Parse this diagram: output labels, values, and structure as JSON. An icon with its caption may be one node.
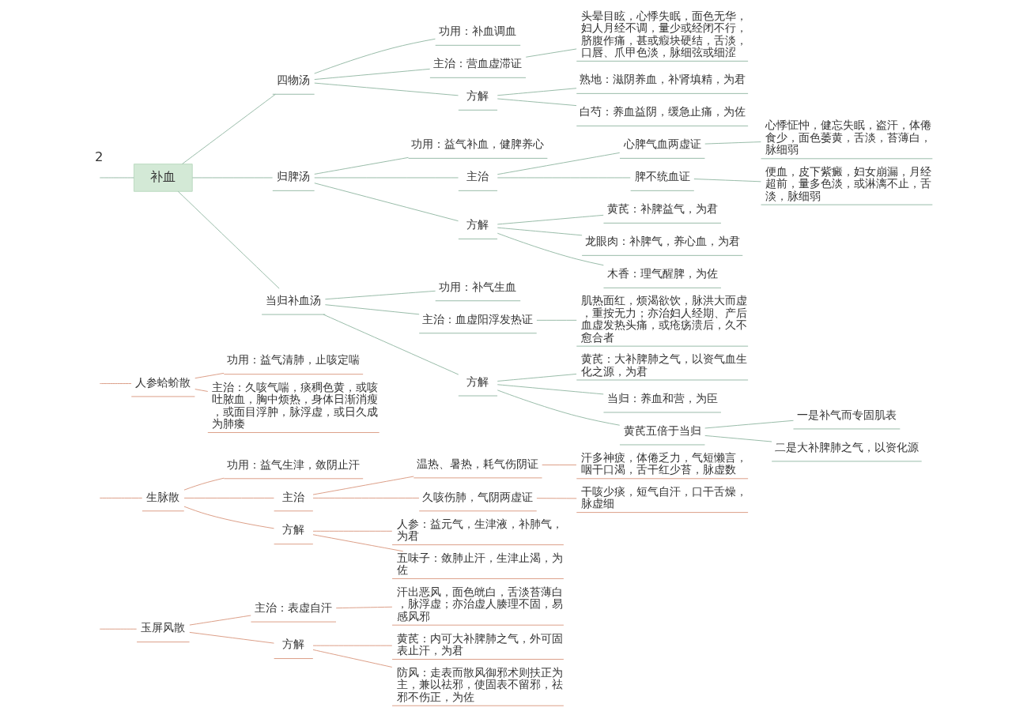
{
  "diagram": {
    "nodes": [
      {
        "text": [
          "玉屏风散"
        ]
      },
      {
        "text": [
          "主治：表虚自汗"
        ]
      },
      {
        "text": [
          "汗出恶风，面色㿠白，舌淡苔薄白，脉浮虚；亦治虚人腠理不固，易感风邪"
        ]
      },
      {
        "text": [
          "方解"
        ]
      },
      {
        "text": [
          "黄芪：内可大补脾肺之气，外可固表止汗，为君"
        ]
      },
      {
        "text": [
          "防风：走表而散风御邪术则扶正为主，兼以祛邪，使固表不留邪，祛邪不伤正，为佐"
        ]
      },
      {
        "text": [
          "生脉散"
        ]
      },
      {
        "text": [
          "功用：益气生津，敛阴止汗"
        ]
      },
      {
        "text": [
          "主治"
        ]
      },
      {
        "text": [
          "温热、暑热，耗气伤阴证"
        ]
      },
      {
        "text": [
          "汗多神疲，体倦乏力，气短懒言，咽干口渴，舌干红少苔，脉虚数"
        ]
      },
      {
        "text": [
          "久咳伤肺，气阴两虚证"
        ]
      },
      {
        "text": [
          "干咳少痰，短气自汗，口干舌燥，脉虚细"
        ]
      },
      {
        "text": [
          "方解"
        ]
      },
      {
        "text": [
          "人参：益元气，生津液，补肺气，为君"
        ]
      },
      {
        "text": [
          "五味子：敛肺止汗，生津止渴，为佐"
        ]
      },
      {
        "text": [
          "人参蛤蚧散"
        ]
      },
      {
        "text": [
          "功用：益气清肺，止咳定喘"
        ]
      },
      {
        "text": [
          "主治：久咳气喘，痰稠色黄，或咳吐脓血，胸中烦热，身体日渐消瘦，或面目浮肿，脉浮虚，或日久成为肺痿"
        ]
      },
      {
        "text": [
          "补血"
        ]
      },
      {
        "text": [
          "四物汤"
        ]
      },
      {
        "text": [
          "功用：补血调血"
        ]
      },
      {
        "text": [
          "主治：营血虚滞证"
        ]
      },
      {
        "text": [
          "头晕目眩，心悸失眠，面色无华，妇人月经不调，量少或经闭不行，脐腹作痛，甚或瘕块硬结，舌淡，口唇、爪甲色淡，脉细弦或细涩"
        ]
      },
      {
        "text": [
          "方解"
        ]
      },
      {
        "text": [
          "熟地：滋阴养血，补肾填精，为君"
        ]
      },
      {
        "text": [
          "白芍：养血益阴，缓急止痛，为佐"
        ]
      },
      {
        "text": [
          "归脾汤"
        ]
      },
      {
        "text": [
          "功用：益气补血，健脾养心"
        ]
      },
      {
        "text": [
          "主治"
        ]
      },
      {
        "text": [
          "心脾气血两虚证"
        ]
      },
      {
        "text": [
          "心悸怔忡，健忘失眠，盗汗，体倦食少，面色萎黄，舌淡，苔薄白，脉细弱"
        ]
      },
      {
        "text": [
          "脾不统血证"
        ]
      },
      {
        "text": [
          "便血，皮下紫癜，妇女崩漏，月经超前，量多色淡，或淋漓不止，舌淡，脉细弱"
        ]
      },
      {
        "text": [
          "方解"
        ]
      },
      {
        "text": [
          "黄芪：补脾益气，为君"
        ]
      },
      {
        "text": [
          "龙眼肉：补脾气，养心血，为君"
        ]
      },
      {
        "text": [
          "木香：理气醒脾，为佐"
        ]
      },
      {
        "text": [
          "当归补血汤"
        ]
      },
      {
        "text": [
          "功用：补气生血"
        ]
      },
      {
        "text": [
          "主治：血虚阳浮发热证"
        ]
      },
      {
        "text": [
          "肌热面红，烦渴欲饮，脉洪大而虚，重按无力；亦治妇人经期、产后血虚发热头痛，或疮疡溃后，久不愈合者"
        ]
      },
      {
        "text": [
          "方解"
        ]
      },
      {
        "text": [
          "黄芪：大补脾肺之气，以资气血生化之源，为君"
        ]
      },
      {
        "text": [
          "当归：养血和营，为臣"
        ]
      },
      {
        "text": [
          "黄芪五倍于当归"
        ]
      },
      {
        "text": [
          "一是补气而专固肌表"
        ]
      },
      {
        "text": [
          "二是大补脾肺之气，以资化源"
        ]
      }
    ],
    "edges": [
      {
        "from": null,
        "to": 0,
        "arrow": "none",
        "color": "#d9957c"
      },
      {
        "from": 0,
        "to": 1,
        "arrow": "none",
        "color": "#d9957c"
      },
      {
        "from": 1,
        "to": 2,
        "arrow": "none",
        "color": "#d9957c"
      },
      {
        "from": 0,
        "to": 3,
        "arrow": "none",
        "color": "#d9957c"
      },
      {
        "from": 3,
        "to": 4,
        "arrow": "none",
        "color": "#d9957c"
      },
      {
        "from": 3,
        "to": 5,
        "arrow": "none",
        "color": "#d9957c"
      },
      {
        "from": null,
        "to": 6,
        "arrow": "none",
        "color": "#d9957c"
      },
      {
        "from": 6,
        "to": 7,
        "arrow": "none",
        "color": "#d9957c"
      },
      {
        "from": 6,
        "to": 8,
        "arrow": "none",
        "color": "#d9957c"
      },
      {
        "from": 8,
        "to": 9,
        "arrow": "none",
        "color": "#d9957c"
      },
      {
        "from": 9,
        "to": 10,
        "arrow": "none",
        "color": "#d9957c"
      },
      {
        "from": 8,
        "to": 11,
        "arrow": "none",
        "color": "#d9957c"
      },
      {
        "from": 11,
        "to": 12,
        "arrow": "none",
        "color": "#d9957c"
      },
      {
        "from": 6,
        "to": 13,
        "arrow": "none",
        "color": "#d9957c"
      },
      {
        "from": 13,
        "to": 14,
        "arrow": "none",
        "color": "#d9957c"
      },
      {
        "from": 13,
        "to": 15,
        "arrow": "none",
        "color": "#d9957c"
      },
      {
        "from": null,
        "to": 16,
        "arrow": "none",
        "color": "#d9957c"
      },
      {
        "from": 16,
        "to": 17,
        "arrow": "none",
        "color": "#d9957c"
      },
      {
        "from": 16,
        "to": 18,
        "arrow": "none",
        "color": "#d9957c"
      },
      {
        "from": null,
        "to": 19,
        "arrow": "none"
      },
      {
        "from": 19,
        "to": 20,
        "arrow": "none"
      },
      {
        "from": 20,
        "to": 21,
        "arrow": "none"
      },
      {
        "from": 20,
        "to": 22,
        "arrow": "none"
      },
      {
        "from": 22,
        "to": 23,
        "arrow": "none"
      },
      {
        "from": 20,
        "to": 24,
        "arrow": "none"
      },
      {
        "from": 24,
        "to": 25,
        "arrow": "none"
      },
      {
        "from": 24,
        "to": 26,
        "arrow": "none"
      },
      {
        "from": 19,
        "to": 27,
        "arrow": "none"
      },
      {
        "from": 27,
        "to": 28,
        "arrow": "none"
      },
      {
        "from": 27,
        "to": 29,
        "arrow": "none"
      },
      {
        "from": 29,
        "to": 30,
        "arrow": "none"
      },
      {
        "from": 30,
        "to": 31,
        "arrow": "none"
      },
      {
        "from": 29,
        "to": 32,
        "arrow": "none"
      },
      {
        "from": 32,
        "to": 33,
        "arrow": "none"
      },
      {
        "from": 27,
        "to": 34,
        "arrow": "none"
      },
      {
        "from": 34,
        "to": 35,
        "arrow": "none"
      },
      {
        "from": 34,
        "to": 36,
        "arrow": "none"
      },
      {
        "from": 34,
        "to": 37,
        "arrow": "none"
      },
      {
        "from": 19,
        "to": 38,
        "arrow": "none"
      },
      {
        "from": 38,
        "to": 39,
        "arrow": "none"
      },
      {
        "from": 38,
        "to": 40,
        "arrow": "none"
      },
      {
        "from": 40,
        "to": 41,
        "arrow": "none"
      },
      {
        "from": 38,
        "to": 42,
        "arrow": "none"
      },
      {
        "from": 42,
        "to": 43,
        "arrow": "none"
      },
      {
        "from": 42,
        "to": 44,
        "arrow": "none"
      },
      {
        "from": 42,
        "to": 45,
        "arrow": "none"
      },
      {
        "from": 45,
        "to": 46,
        "arrow": "none"
      },
      {
        "from": 45,
        "to": 47,
        "arrow": "none"
      }
    ],
    "labels": [
      "2"
    ]
  }
}
